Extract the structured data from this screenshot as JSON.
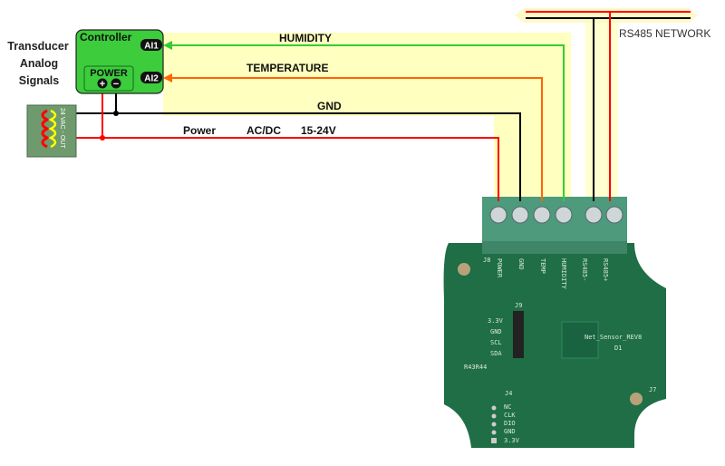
{
  "side_label": [
    "Transducer",
    "Analog",
    "Signals"
  ],
  "controller": {
    "title": "Controller",
    "ai1": "AI1",
    "ai2": "AI2",
    "power": "POWER",
    "plus": "+",
    "minus": "−"
  },
  "transformer": {
    "label": "24 VAC - OUT"
  },
  "wires": {
    "humidity": "HUMIDITY",
    "temperature": "TEMPERATURE",
    "gnd": "GND",
    "power": "Power",
    "acdc": "AC/DC",
    "voltage": "15-24V"
  },
  "network": {
    "label": "RS485 NETWORK"
  },
  "board": {
    "j8": "J8",
    "terminals": [
      "POWER",
      "GND",
      "TEMP",
      "HUMIDITY",
      "RS485-",
      "RS485+"
    ],
    "j9": "J9",
    "j9_pins": [
      "3.3V",
      "GND",
      "SCL",
      "SDA"
    ],
    "sensor": "Net_Sensor_REV8",
    "d1": "D1",
    "resistors": "R43R44",
    "j4": "J4",
    "j4_pins": [
      "NC",
      "CLK",
      "DIO",
      "GND",
      "3.3V"
    ],
    "j7": "J7"
  },
  "colors": {
    "humidity": "#33cc33",
    "temperature": "#ff6600",
    "gnd": "#000000",
    "power": "#ff0000",
    "highlight": "#ffffc0",
    "controller": "#3ccc3c",
    "pcb": "#1f6e45",
    "terminal": "#4d9a7c"
  }
}
